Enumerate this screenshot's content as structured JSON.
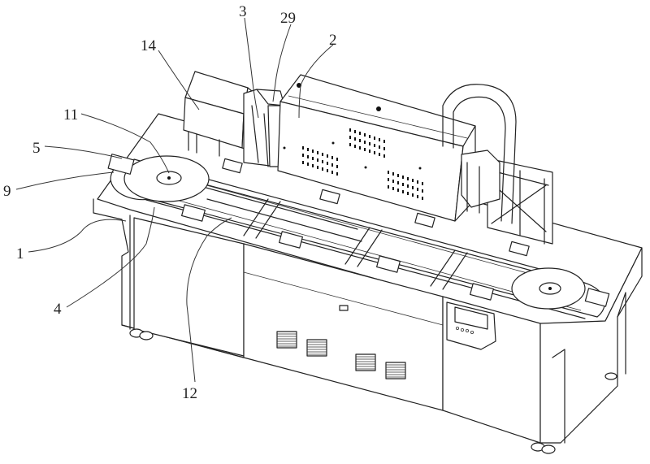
{
  "figure": {
    "type": "patent-drawing",
    "description_kind": "isometric machine view",
    "colors": {
      "line": "#222222",
      "background": "#ffffff"
    },
    "reference_labels": [
      {
        "id": "label-3",
        "text": "3"
      },
      {
        "id": "label-29",
        "text": "29"
      },
      {
        "id": "label-2",
        "text": "2"
      },
      {
        "id": "label-14",
        "text": "14"
      },
      {
        "id": "label-11",
        "text": "11"
      },
      {
        "id": "label-5",
        "text": "5"
      },
      {
        "id": "label-9",
        "text": "9"
      },
      {
        "id": "label-1",
        "text": "1"
      },
      {
        "id": "label-4",
        "text": "4"
      },
      {
        "id": "label-12",
        "text": "12"
      }
    ]
  }
}
